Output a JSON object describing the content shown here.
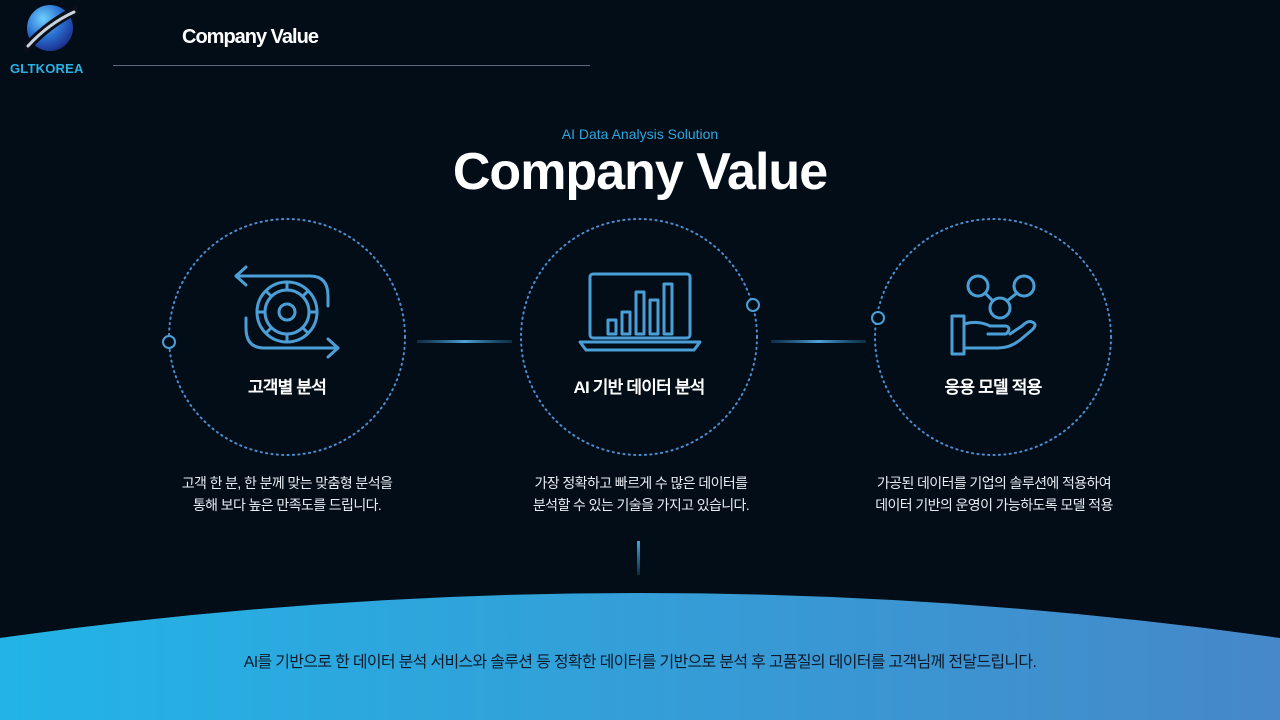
{
  "brand": {
    "name": "GLTKOREA"
  },
  "header": {
    "title": "Company Value"
  },
  "hero": {
    "subtitle": "AI Data Analysis Solution",
    "title": "Company Value"
  },
  "cards": [
    {
      "icon": "gear-cycle-icon",
      "label": "고객별 분석",
      "desc_lines": [
        "고객 한 분, 한 분께 맞는 맞춤형 분석을",
        "통해 보다 높은 만족도를 드립니다."
      ]
    },
    {
      "icon": "laptop-chart-icon",
      "label": "AI 기반 데이터 분석",
      "desc_lines": [
        "가장 정확하고 빠르게 수 많은 데이터를",
        "분석할 수 있는 기술을 가지고 있습니다."
      ]
    },
    {
      "icon": "hand-network-icon",
      "label": "응용 모델 적용",
      "desc_lines": [
        "가공된 데이터를 기업의 솔루션에 적용하여",
        "데이터 기반의 운영이 가능하도록 모델 적용"
      ]
    }
  ],
  "footer": {
    "text": "AI를 기반으로 한 데이터 분석 서비스와 솔루션 등 정확한 데이터를 기반으로 분석 후 고품질의 데이터를 고객님께 전달드립니다."
  },
  "colors": {
    "background": "#030d18",
    "accent": "#2aa7e0",
    "icon_stroke": "#4a9fd6",
    "footer_gradient_start": "#22b4e6",
    "footer_gradient_end": "#4688c9"
  }
}
